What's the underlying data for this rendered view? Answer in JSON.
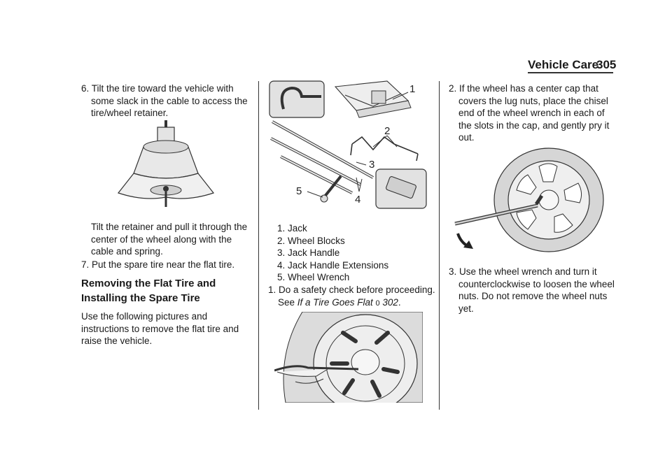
{
  "header": {
    "section_title": "Vehicle Care",
    "page_number": "305"
  },
  "col1": {
    "step6": "6. Tilt the tire toward the vehicle with some slack in the cable to access the tire/wheel retainer.",
    "step6_detail": "Tilt the retainer and pull it through the center of the wheel along with the cable and spring.",
    "step7": "7. Put the spare tire near the flat tire.",
    "heading": "Removing the Flat Tire and Installing the Spare Tire",
    "intro": "Use the following pictures and instructions to remove the flat tire and raise the vehicle."
  },
  "col2": {
    "callouts": [
      "1",
      "2",
      "3",
      "4",
      "5"
    ],
    "legend": [
      "1. Jack",
      "2. Wheel Blocks",
      "3. Jack Handle",
      "4. Jack Handle Extensions",
      "5. Wheel Wrench"
    ],
    "step1_text": "1. Do a safety check before proceeding. See",
    "step1_ref": "If a Tire Goes Flat",
    "step1_ref_icon": "0",
    "step1_ref_page": "302",
    "step1_end": "."
  },
  "col3": {
    "step2": "2. If the wheel has a center cap that covers the lug nuts, place the chisel end of the wheel wrench in each of the slots in the cap, and gently pry it out.",
    "step3": "3. Use the wheel wrench and turn it counterclockwise to loosen the wheel nuts. Do not remove the wheel nuts yet."
  }
}
